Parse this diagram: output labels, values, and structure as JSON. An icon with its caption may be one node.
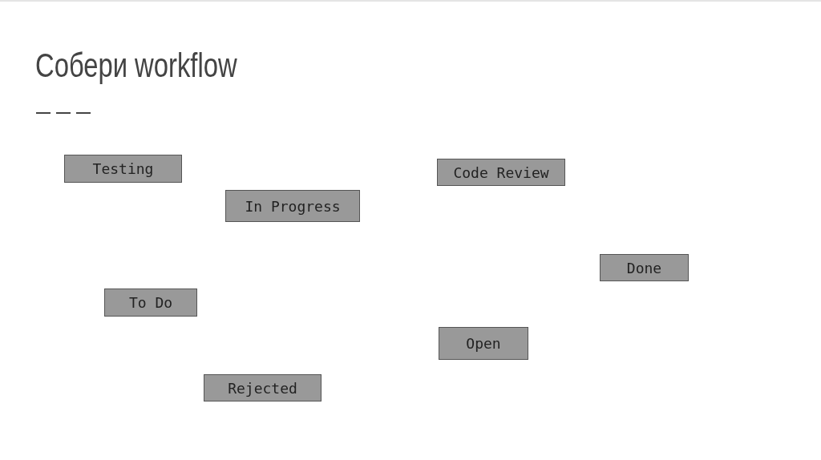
{
  "diagram": {
    "title": "Собери workflow",
    "nodes": [
      {
        "text": [
          "Testing"
        ]
      },
      {
        "text": [
          "Code Review"
        ]
      },
      {
        "text": [
          "In Progress"
        ]
      },
      {
        "text": [
          "Done"
        ]
      },
      {
        "text": [
          "To Do"
        ]
      },
      {
        "text": [
          "Open"
        ]
      },
      {
        "text": [
          "Rejected"
        ]
      }
    ],
    "edges": []
  }
}
